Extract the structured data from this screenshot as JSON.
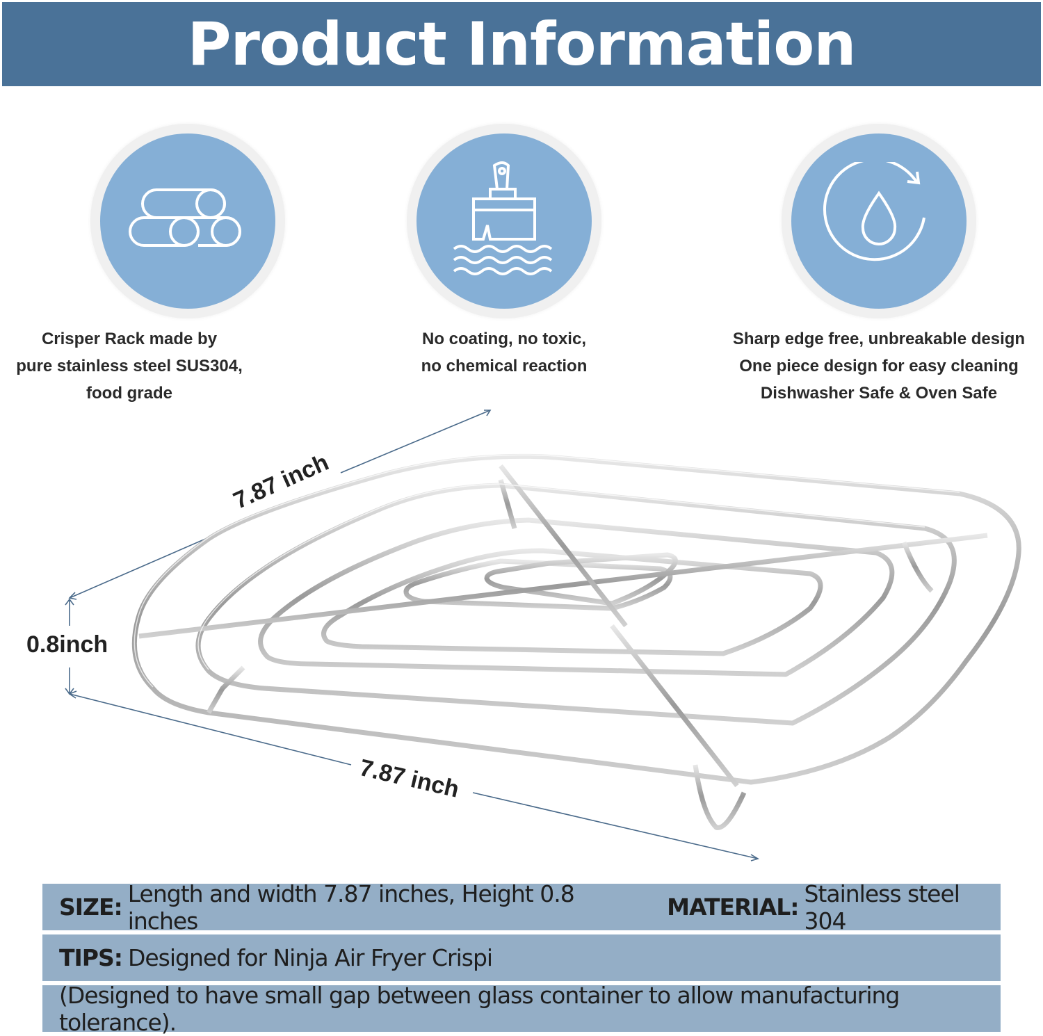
{
  "banner": {
    "title": "Product Information"
  },
  "features": [
    {
      "icon": "steel-bars-icon",
      "lines": [
        "Crisper Rack made by",
        "pure stainless steel SUS304,",
        "food grade"
      ]
    },
    {
      "icon": "brush-water-icon",
      "lines": [
        "No coating, no toxic,",
        "no chemical reaction"
      ]
    },
    {
      "icon": "water-drop-cycle-icon",
      "lines": [
        "Sharp edge free, unbreakable design",
        "One piece design for easy cleaning",
        "Dishwasher Safe & Oven Safe"
      ]
    }
  ],
  "dimensions": {
    "width_label": "7.87 inch",
    "height_label": "0.8inch",
    "length_label": "7.87 inch"
  },
  "specs": {
    "size_key": "SIZE:",
    "size_value": "Length and width 7.87 inches, Height 0.8 inches",
    "material_key": "MATERIAL:",
    "material_value": "Stainless steel 304",
    "tips_key": "TIPS:",
    "tips_value": "Designed for Ninja Air Fryer Crispi",
    "note": "(Designed to have small gap between glass container to allow manufacturing tolerance)."
  },
  "colors": {
    "banner": "#4a7298",
    "icon_disc": "#85afd6",
    "spec_rows": "#94aec6",
    "dimension_lines": "#4a6a8a"
  }
}
